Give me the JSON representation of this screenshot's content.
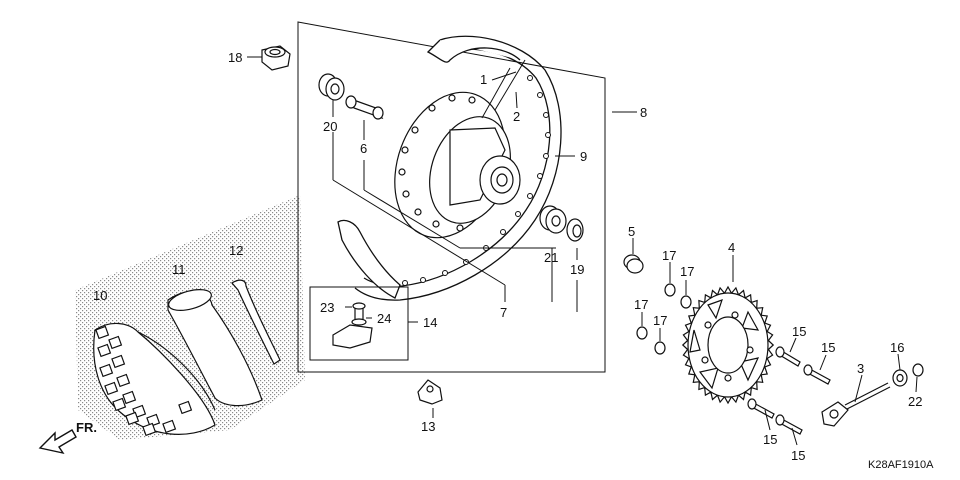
{
  "diagram": {
    "labels": {
      "p1": "1",
      "p2": "2",
      "p3": "3",
      "p4": "4",
      "p5": "5",
      "p6": "6",
      "p7": "7",
      "p8": "8",
      "p9": "9",
      "p10": "10",
      "p11": "11",
      "p12": "12",
      "p13": "13",
      "p14": "14",
      "p15a": "15",
      "p15b": "15",
      "p15c": "15",
      "p15d": "15",
      "p16": "16",
      "p17a": "17",
      "p17b": "17",
      "p17c": "17",
      "p17d": "17",
      "p18": "18",
      "p19": "19",
      "p20": "20",
      "p21": "21",
      "p22": "22",
      "p23": "23",
      "p24": "24"
    },
    "direction_label": "FR.",
    "diagram_code": "K28AF1910A"
  },
  "colors": {
    "line": "#111111",
    "fill": "#ffffff",
    "dots": "#9a9a9a"
  }
}
